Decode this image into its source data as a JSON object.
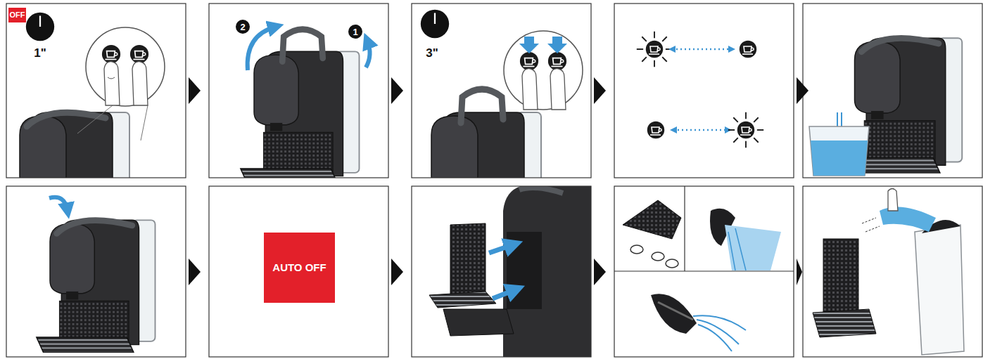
{
  "diagram": {
    "nodes": [
      {
        "text": [
          "OFF"
        ]
      },
      {
        "text": [
          "AUTO OFF"
        ]
      }
    ],
    "labels": [
      "1\"",
      "2",
      "1",
      "3\""
    ]
  }
}
